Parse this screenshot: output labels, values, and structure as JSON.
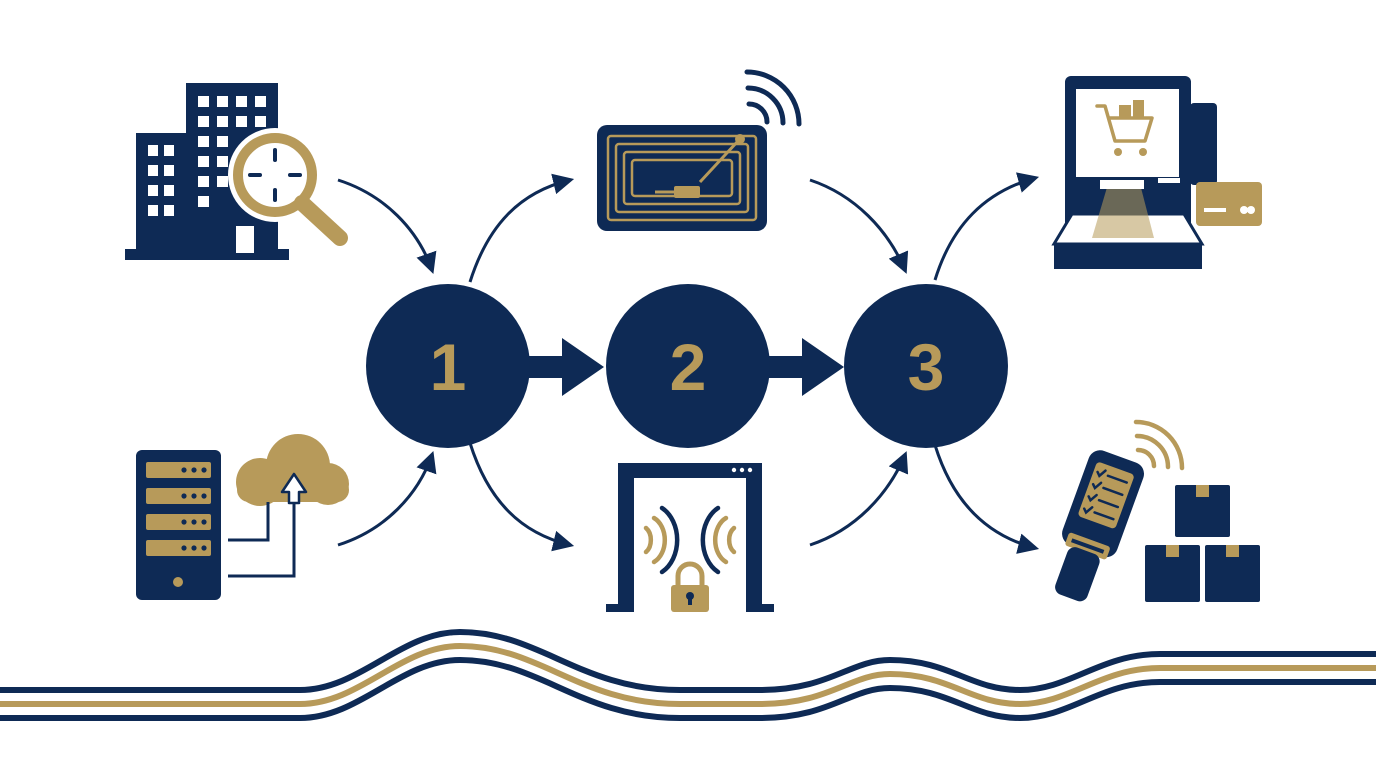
{
  "colors": {
    "navy": "#0e2a55",
    "gold": "#b79a5a",
    "background": "#ffffff"
  },
  "steps": [
    {
      "label": "1"
    },
    {
      "label": "2"
    },
    {
      "label": "3"
    }
  ],
  "icons": {
    "top_left": "building-search-icon",
    "bottom_left": "server-cloud-upload-icon",
    "top_middle": "rfid-tag-icon",
    "bottom_middle": "security-gate-icon",
    "top_right": "pos-checkout-icon",
    "bottom_right": "handheld-scanner-inventory-icon"
  }
}
